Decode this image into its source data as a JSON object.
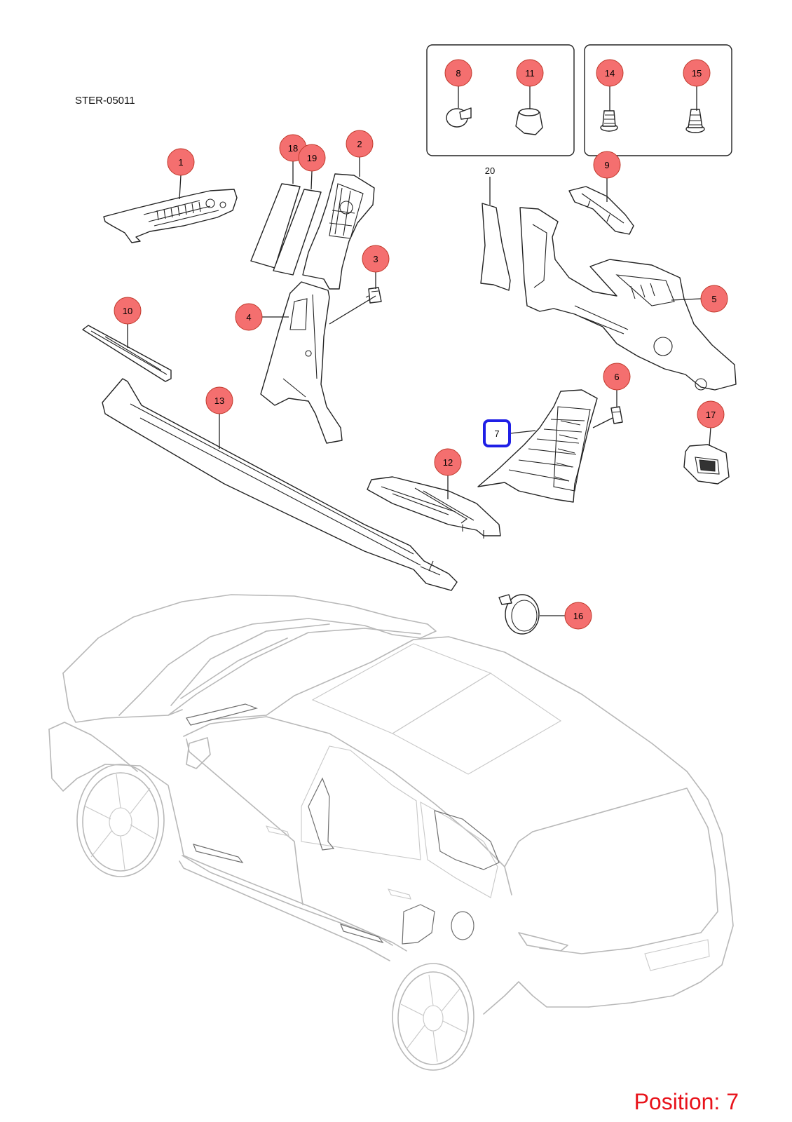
{
  "diagram": {
    "code": "STER-05011",
    "position_label": "Position: 7",
    "highlighted_callout": "7",
    "callout_color": "#f46f6f",
    "highlight_color": "#1f1fe6",
    "position_color": "#e8131b",
    "callouts": [
      {
        "id": "1",
        "label": "1"
      },
      {
        "id": "2",
        "label": "2"
      },
      {
        "id": "3",
        "label": "3"
      },
      {
        "id": "4",
        "label": "4"
      },
      {
        "id": "5",
        "label": "5"
      },
      {
        "id": "6",
        "label": "6"
      },
      {
        "id": "7",
        "label": "7"
      },
      {
        "id": "8",
        "label": "8"
      },
      {
        "id": "9",
        "label": "9"
      },
      {
        "id": "10",
        "label": "10"
      },
      {
        "id": "11",
        "label": "11"
      },
      {
        "id": "12",
        "label": "12"
      },
      {
        "id": "13",
        "label": "13"
      },
      {
        "id": "14",
        "label": "14"
      },
      {
        "id": "15",
        "label": "15"
      },
      {
        "id": "16",
        "label": "16"
      },
      {
        "id": "17",
        "label": "17"
      },
      {
        "id": "18",
        "label": "18"
      },
      {
        "id": "19",
        "label": "19"
      }
    ],
    "plain_labels": [
      {
        "id": "20",
        "label": "20"
      }
    ]
  }
}
